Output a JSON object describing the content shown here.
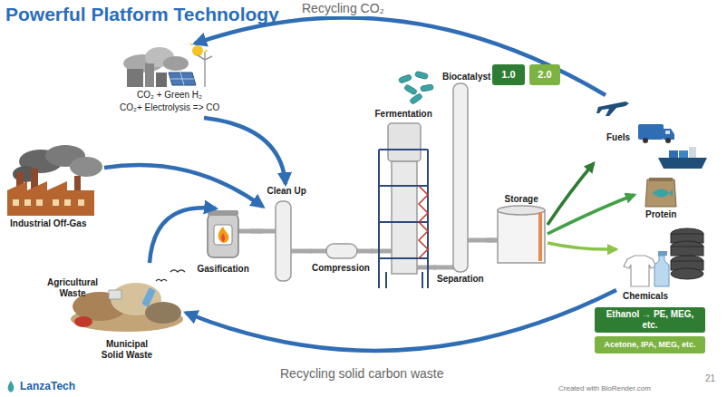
{
  "diagram": {
    "title": "Powerful Platform Technology",
    "nodes": [
      {
        "text": [
          "CO₂ + Green H₂",
          "CO₂+ Electrolysis => CO"
        ]
      },
      {
        "text": [
          "Industrial Off-Gas"
        ]
      },
      {
        "text": [
          "Agricultural Waste",
          "Municipal Solid Waste"
        ]
      },
      {
        "text": [
          "Gasification"
        ]
      },
      {
        "text": [
          "Clean Up"
        ]
      },
      {
        "text": [
          "Compression"
        ]
      },
      {
        "text": [
          "Fermentation"
        ]
      },
      {
        "text": [
          "1.0"
        ]
      },
      {
        "text": [
          "2.0"
        ]
      },
      {
        "text": [
          "Separation"
        ]
      },
      {
        "text": [
          "Storage"
        ]
      },
      {
        "text": [
          "Fuels"
        ]
      },
      {
        "text": [
          "Protein"
        ]
      },
      {
        "text": [
          "Chemicals"
        ]
      },
      {
        "text": [
          "Ethanol → PE, MEG, etc."
        ]
      },
      {
        "text": [
          "Acetone, IPA, MEG, etc."
        ]
      }
    ],
    "edges": [
      {
        "from": 11,
        "to": 0,
        "arrow": "to",
        "label": "Recycling CO₂"
      },
      {
        "from": 0,
        "to": 4,
        "arrow": "to"
      },
      {
        "from": 1,
        "to": 4,
        "arrow": "to"
      },
      {
        "from": 2,
        "to": 3,
        "arrow": "to"
      },
      {
        "from": 3,
        "to": 4,
        "arrow": "none"
      },
      {
        "from": 4,
        "to": 5,
        "arrow": "none"
      },
      {
        "from": 5,
        "to": 6,
        "arrow": "none"
      },
      {
        "from": 6,
        "to": 9,
        "arrow": "none"
      },
      {
        "from": 9,
        "to": 10,
        "arrow": "none"
      },
      {
        "from": 10,
        "to": 11,
        "arrow": "to"
      },
      {
        "from": 10,
        "to": 12,
        "arrow": "to"
      },
      {
        "from": 10,
        "to": 13,
        "arrow": "to"
      },
      {
        "from": 13,
        "to": 2,
        "arrow": "to",
        "label": "Recycling solid carbon waste"
      }
    ],
    "labels": [
      "Biocatalyst",
      "LanzaTech",
      "Created with BioRender.com",
      "21"
    ]
  }
}
